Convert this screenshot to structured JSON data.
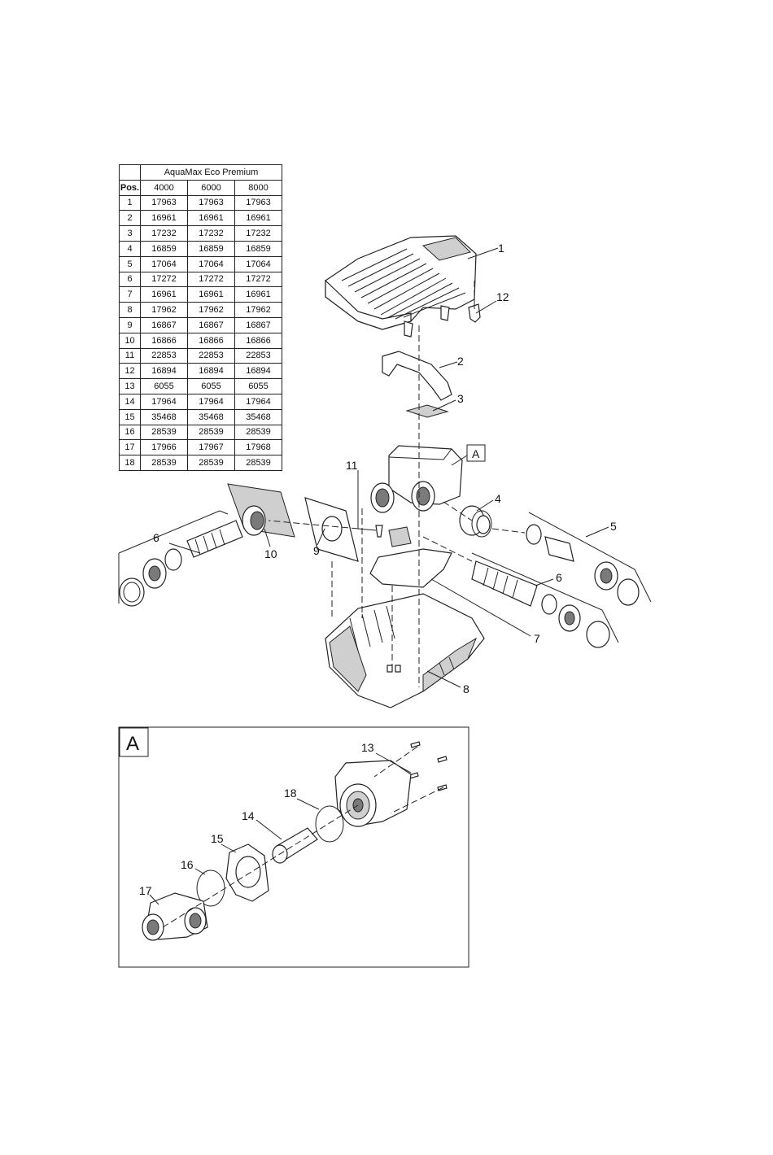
{
  "table": {
    "pos_header": "Pos.",
    "model_header": "AquaMax Eco Premium",
    "models": [
      "4000",
      "6000",
      "8000"
    ],
    "rows": [
      {
        "pos": "1",
        "v": [
          "17963",
          "17963",
          "17963"
        ]
      },
      {
        "pos": "2",
        "v": [
          "16961",
          "16961",
          "16961"
        ]
      },
      {
        "pos": "3",
        "v": [
          "17232",
          "17232",
          "17232"
        ]
      },
      {
        "pos": "4",
        "v": [
          "16859",
          "16859",
          "16859"
        ]
      },
      {
        "pos": "5",
        "v": [
          "17064",
          "17064",
          "17064"
        ]
      },
      {
        "pos": "6",
        "v": [
          "17272",
          "17272",
          "17272"
        ]
      },
      {
        "pos": "7",
        "v": [
          "16961",
          "16961",
          "16961"
        ]
      },
      {
        "pos": "8",
        "v": [
          "17962",
          "17962",
          "17962"
        ]
      },
      {
        "pos": "9",
        "v": [
          "16867",
          "16867",
          "16867"
        ]
      },
      {
        "pos": "10",
        "v": [
          "16866",
          "16866",
          "16866"
        ]
      },
      {
        "pos": "11",
        "v": [
          "22853",
          "22853",
          "22853"
        ]
      },
      {
        "pos": "12",
        "v": [
          "16894",
          "16894",
          "16894"
        ]
      },
      {
        "pos": "13",
        "v": [
          "6055",
          "6055",
          "6055"
        ]
      },
      {
        "pos": "14",
        "v": [
          "17964",
          "17964",
          "17964"
        ]
      },
      {
        "pos": "15",
        "v": [
          "35468",
          "35468",
          "35468"
        ]
      },
      {
        "pos": "16",
        "v": [
          "28539",
          "28539",
          "28539"
        ]
      },
      {
        "pos": "17",
        "v": [
          "17966",
          "17967",
          "17968"
        ]
      },
      {
        "pos": "18",
        "v": [
          "28539",
          "28539",
          "28539"
        ]
      }
    ]
  },
  "callouts": {
    "c1": "1",
    "c2": "2",
    "c3": "3",
    "c4": "4",
    "c5": "5",
    "c6a": "6",
    "c6b": "6",
    "c7": "7",
    "c8": "8",
    "c9": "9",
    "c10": "10",
    "c11": "11",
    "c12": "12",
    "c13": "13",
    "c14": "14",
    "c15": "15",
    "c16": "16",
    "c17": "17",
    "c18": "18"
  },
  "detail_marker": "A",
  "detail_box_label": "A"
}
